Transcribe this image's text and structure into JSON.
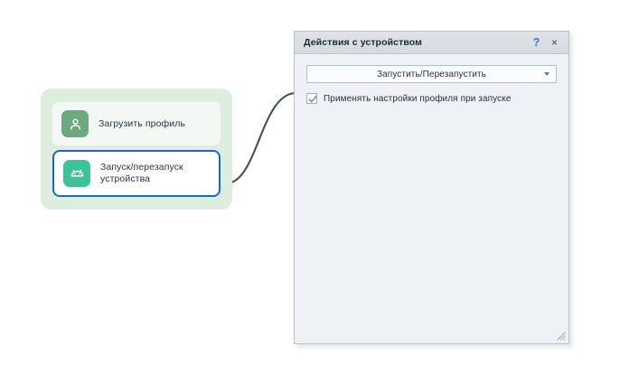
{
  "flow": {
    "group_name": "device-actions-node-group",
    "nodes": [
      {
        "icon": "profile-person-icon",
        "label": "Загрузить профиль",
        "selected": false
      },
      {
        "icon": "android-robot-icon",
        "label": "Запуск/перезапуск устройства",
        "label_line1": "Запуск/перезапуск",
        "label_line2": "устройства",
        "selected": true
      }
    ],
    "connector": {
      "name": "node-to-dialog-connector",
      "color": "#4a4f55"
    }
  },
  "dialog": {
    "title": "Действия с устройством",
    "help_label": "?",
    "close_label": "×",
    "combobox": {
      "value": "Запустить/Перезапустить",
      "arrow_icon": "chevron-down-icon"
    },
    "checkbox": {
      "label": "Применять настройки профиля при запуске",
      "checked": true
    },
    "resize_grip_icon": "resize-grip-icon"
  },
  "colors": {
    "accent_blue": "#1a66c9",
    "help_blue": "#3b76d8",
    "node_group_green": "#ddeede",
    "icon_green": "#6ca97f",
    "icon_teal": "#3dc39a",
    "dialog_body": "#eef1f5",
    "titlebar": "#d8dce0"
  }
}
